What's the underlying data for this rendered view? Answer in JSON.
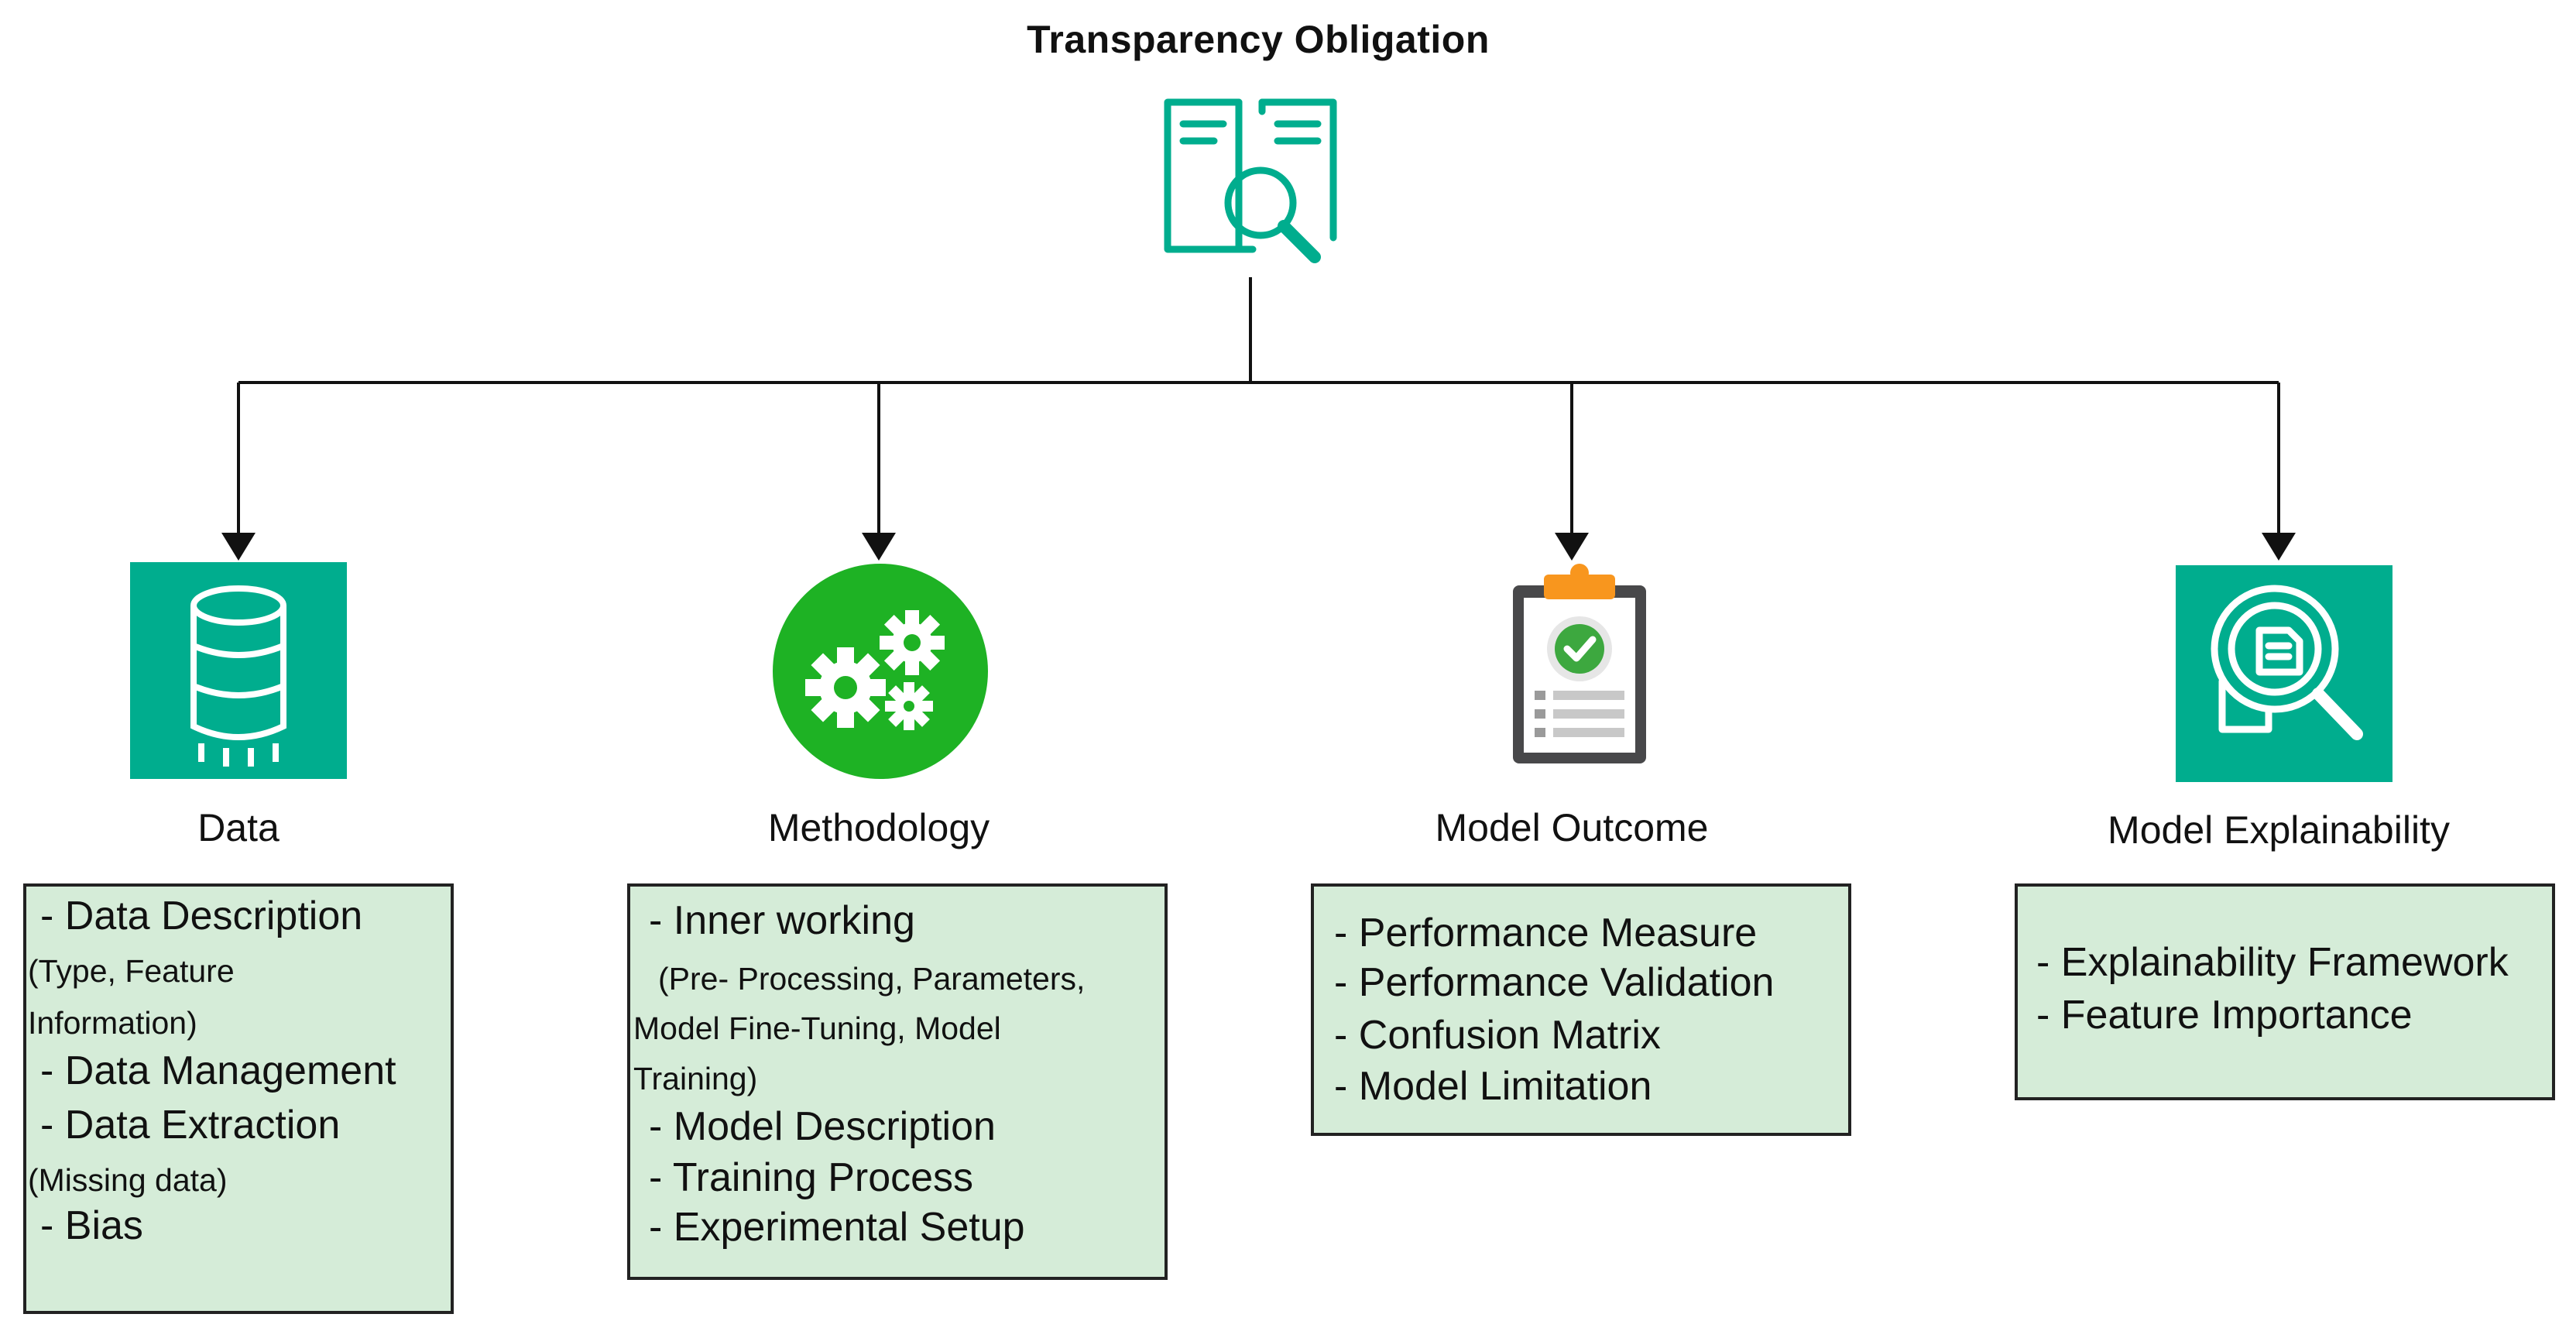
{
  "title": "Transparency Obligation",
  "colors": {
    "teal": "#00ad8e",
    "green": "#1eb224",
    "box_fill": "#d5ecd8",
    "orange": "#f8961e"
  },
  "icons": {
    "root": "document-magnifier-icon",
    "data": "database-icon",
    "methodology": "gears-icon",
    "outcome": "clipboard-check-icon",
    "explainability": "document-search-icon"
  },
  "branches": [
    {
      "label": "Data",
      "items": [
        "- Data Description",
        "(Type, Feature",
        "Information)",
        "- Data Management",
        "- Data Extraction",
        "(Missing data)",
        "- Bias"
      ]
    },
    {
      "label": "Methodology",
      "items": [
        "- Inner working",
        "(Pre- Processing, Parameters,",
        "Model Fine-Tuning, Model",
        "Training)",
        "- Model Description",
        "- Training Process",
        "- Experimental Setup"
      ]
    },
    {
      "label": "Model Outcome",
      "items": [
        "- Performance Measure",
        "- Performance Validation",
        "- Confusion Matrix",
        "- Model Limitation"
      ]
    },
    {
      "label": "Model Explainability",
      "items": [
        "- Explainability Framework",
        "- Feature Importance"
      ]
    }
  ]
}
